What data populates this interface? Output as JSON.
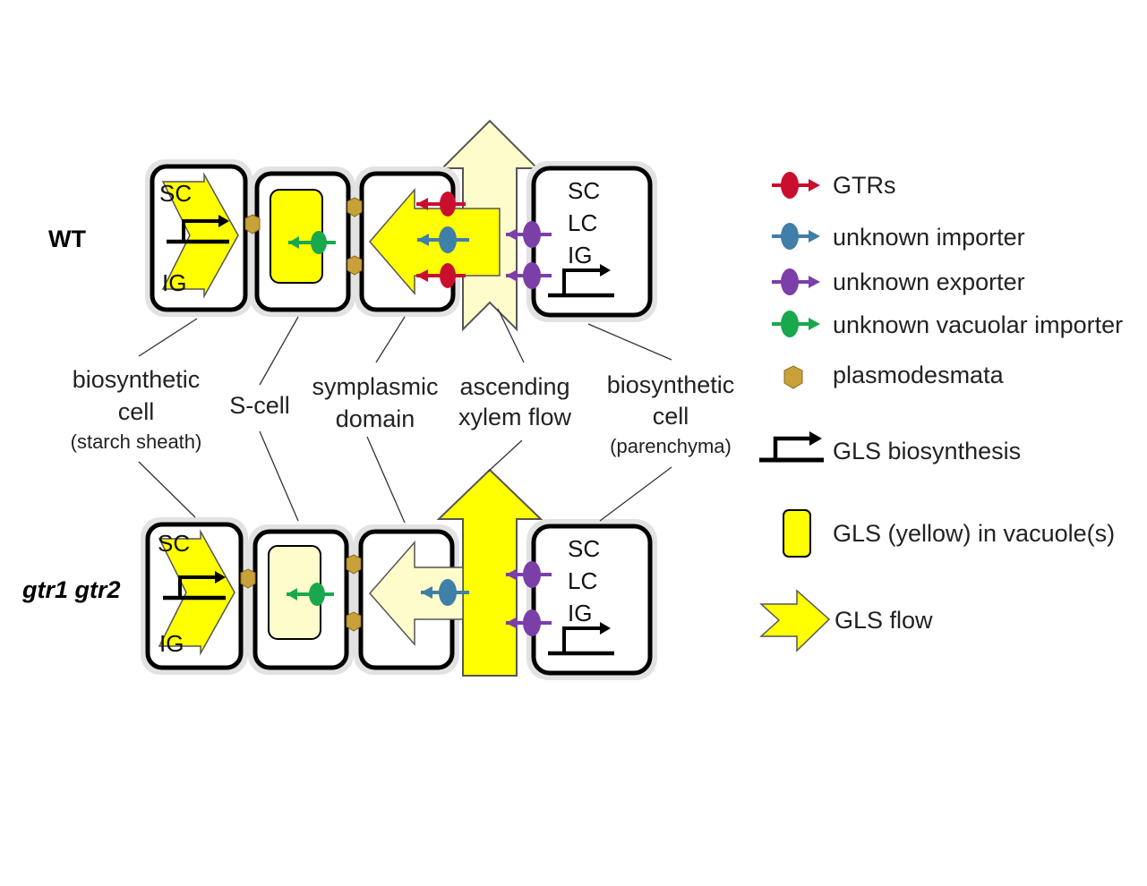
{
  "rows": {
    "wt": "WT",
    "mutant": "gtr1 gtr2"
  },
  "cell_labels": {
    "sc": "SC",
    "ig": "IG",
    "lc": "LC"
  },
  "labels": {
    "bio_left_1": "biosynthetic",
    "bio_left_2": "cell",
    "bio_left_3": "(starch sheath)",
    "s_cell": "S-cell",
    "sym_1": "symplasmic",
    "sym_2": "domain",
    "xylem_1": "ascending",
    "xylem_2": "xylem flow",
    "bio_right_1": "biosynthetic",
    "bio_right_2": "cell",
    "bio_right_3": "(parenchyma)"
  },
  "legend": {
    "gtrs": "GTRs",
    "importer": "unknown importer",
    "exporter": "unknown exporter",
    "vacuolar": "unknown vacuolar importer",
    "plasmodesmata": "plasmodesmata",
    "biosynthesis": "GLS biosynthesis",
    "vacuole": "GLS (yellow) in vacuole(s)",
    "flow": "GLS flow"
  },
  "colors": {
    "gtr": "#c8102e",
    "importer": "#3f7fa8",
    "exporter": "#7b3fa8",
    "vacuolar": "#1aa84f",
    "plasmodesmata": "#c9a13a",
    "gls_yellow": "#ffff00",
    "gls_pale": "#fffccc"
  }
}
